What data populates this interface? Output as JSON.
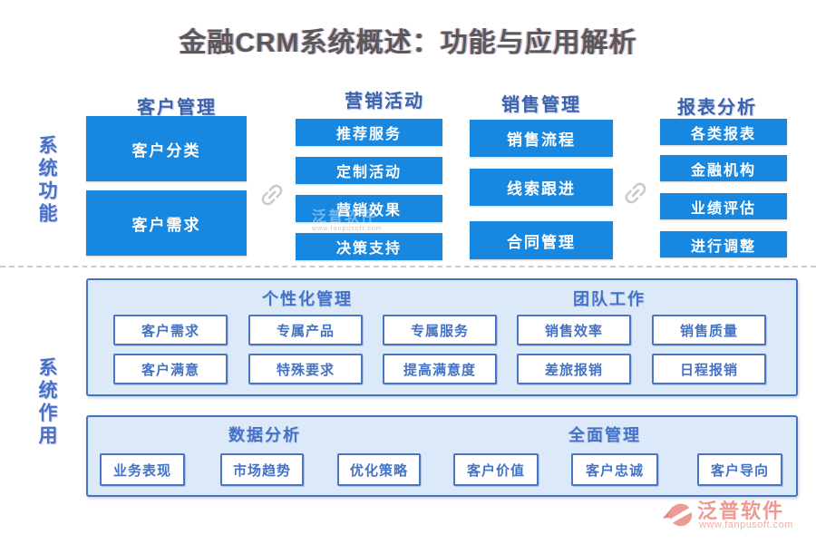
{
  "title": "金融CRM系统概述：功能与应用解析",
  "side_labels": {
    "top": "系统功能",
    "bottom": "系统作用"
  },
  "function_section": {
    "columns": [
      {
        "header": "客户管理",
        "items": [
          "客户分类",
          "客户需求"
        ]
      },
      {
        "header": "营销活动",
        "items": [
          "推荐服务",
          "定制活动",
          "营销效果",
          "决策支持"
        ]
      },
      {
        "header": "销售管理",
        "items": [
          "销售流程",
          "线索跟进",
          "合同管理"
        ]
      },
      {
        "header": "报表分析",
        "items": [
          "各类报表",
          "金融机构",
          "业绩评估",
          "进行调整"
        ]
      }
    ],
    "link_icon": "chain-link"
  },
  "role_section": {
    "panel1": {
      "groups": [
        {
          "header": "个性化管理",
          "rows": [
            [
              "客户需求",
              "专属产品",
              "专属服务"
            ],
            [
              "客户满意",
              "特殊要求",
              "提高满意度"
            ]
          ]
        },
        {
          "header": "团队工作",
          "rows": [
            [
              "销售效率",
              "销售质量"
            ],
            [
              "差旅报销",
              "日程报销"
            ]
          ]
        }
      ]
    },
    "panel2": {
      "groups": [
        {
          "header": "数据分析",
          "items": [
            "业务表现",
            "市场趋势",
            "优化策略"
          ]
        },
        {
          "header": "全面管理",
          "items": [
            "客户价值",
            "客户忠诚",
            "客户导向"
          ]
        }
      ]
    }
  },
  "watermark": {
    "text": "泛普软件",
    "url": "www.fanpusoft.com"
  },
  "footer": {
    "brand": "泛普软件",
    "url": "www.fanpusoft.com"
  },
  "colors": {
    "box_blue": "#1787E0",
    "accent_blue": "#4472C4",
    "column_header_blue": "#3C63A8",
    "panel_bg": "#DCE9F8",
    "title_gray": "#595959",
    "link_icon_gray": "#C9C9C9",
    "brand_salmon": "#EC9B94"
  }
}
